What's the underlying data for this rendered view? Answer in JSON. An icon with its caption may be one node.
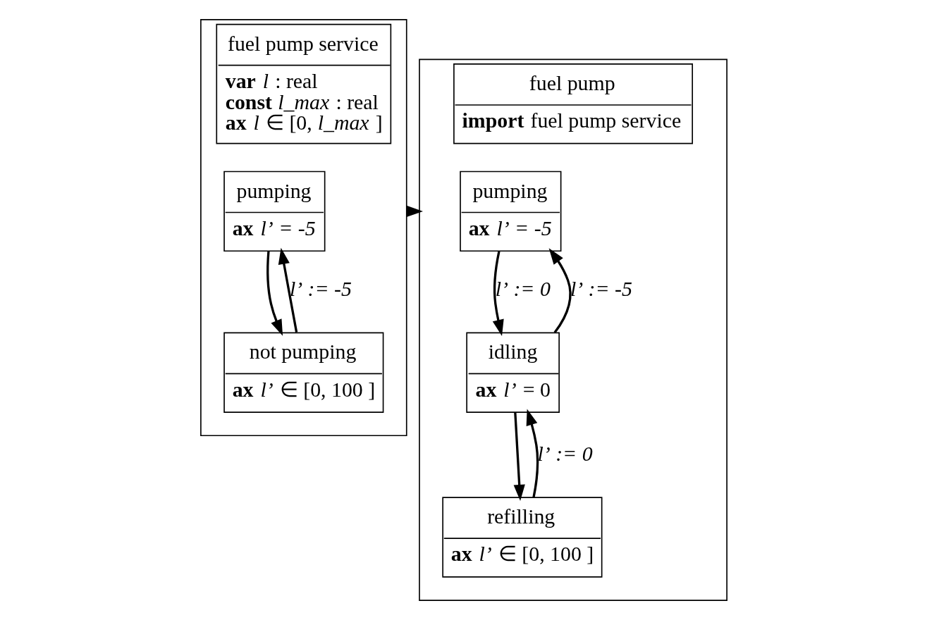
{
  "diagram": {
    "nodes": [
      {
        "text": [
          "fuel pump service",
          "**var** *l* : real",
          "**const** *l_max* : real",
          "**ax** *l* ∈ [0, *l_max* ]"
        ]
      },
      {
        "text": [
          "pumping",
          "**ax** *l’ = -5*"
        ],
        "in": 0
      },
      {
        "text": [
          "not pumping",
          "**ax** *l’* ∈ [0, 100 ]"
        ],
        "in": 0
      },
      {
        "text": [
          "fuel pump",
          "**import** fuel pump service"
        ]
      },
      {
        "text": [
          "pumping",
          "**ax** *l’ = -5*"
        ],
        "in": 3
      },
      {
        "text": [
          "idling",
          "**ax** *l’* = 0"
        ],
        "in": 3
      },
      {
        "text": [
          "refilling",
          "**ax** *l’* ∈ [0, 100 ]"
        ],
        "in": 3
      }
    ],
    "edges": [
      {
        "from": 2,
        "to": 1,
        "arrow": "to",
        "label": "*l’ := -5*"
      },
      {
        "from": 1,
        "to": 2,
        "arrow": "to"
      },
      {
        "from": 0,
        "to": 3,
        "arrow": "to"
      },
      {
        "from": 5,
        "to": 4,
        "arrow": "to",
        "label": "*l’ := -5*"
      },
      {
        "from": 4,
        "to": 5,
        "arrow": "to",
        "label": "*l’ := 0*"
      },
      {
        "from": 6,
        "to": 5,
        "arrow": "to",
        "label": "*l’ := 0*"
      },
      {
        "from": 5,
        "to": 6,
        "arrow": "to"
      }
    ]
  }
}
